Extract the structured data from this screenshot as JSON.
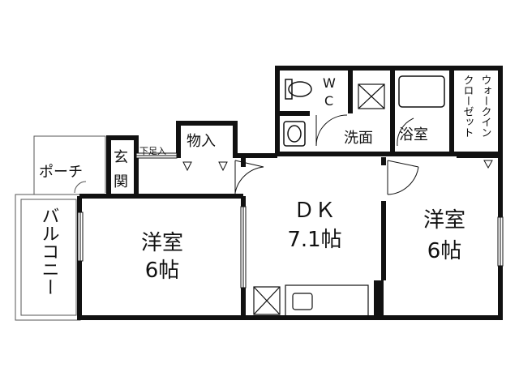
{
  "rooms": {
    "porch": "ポーチ",
    "genkan_1": "玄",
    "genkan_2": "関",
    "geta": "下足入",
    "storage": "物入",
    "wc_1": "W",
    "wc_2": "C",
    "washroom": "洗面",
    "bath": "浴室",
    "closet_1": "ウォークイン",
    "closet_2": "クローゼット",
    "balcony": "バルコニー",
    "western_left_name": "洋室",
    "western_left_size": "6帖",
    "dk_name": "ＤＫ",
    "dk_size": "7.1帖",
    "western_right_name": "洋室",
    "western_right_size": "6帖"
  }
}
